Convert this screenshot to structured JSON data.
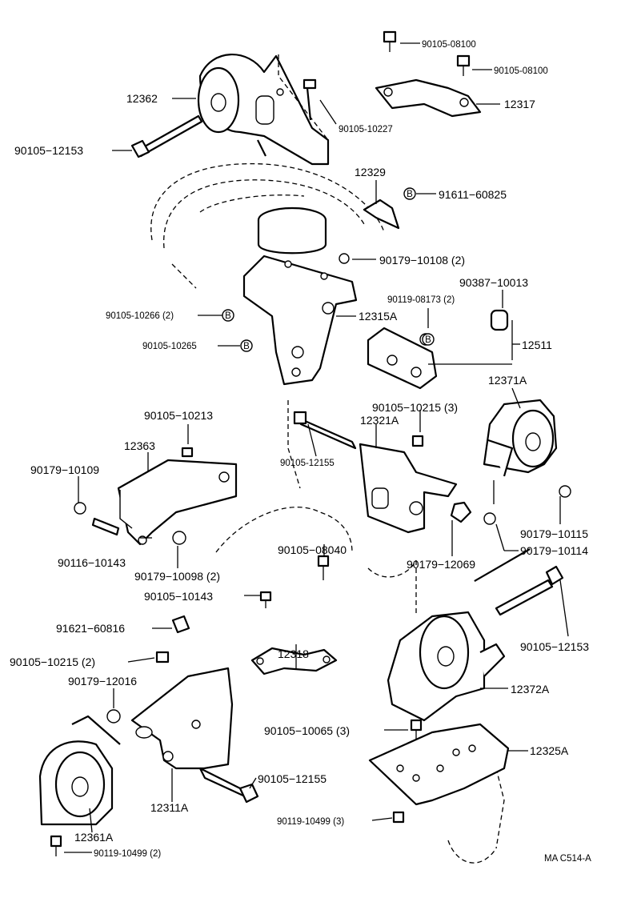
{
  "labels": {
    "p12362": "12362",
    "p90105_12153_top": "90105−12153",
    "p90105_08100_a": "90105-08100",
    "p90105_08100_b": "90105-08100",
    "p12317": "12317",
    "p90105_10227": "90105-10227",
    "p12329": "12329",
    "p91611_60825": "91611−60825",
    "p90179_10108": "90179−10108 (2)",
    "p90387_10013": "90387−10013",
    "p90119_08173": "90119-08173 (2)",
    "p90105_10266": "90105-10266 (2)",
    "p12315A": "12315A",
    "p90105_10265": "90105-10265",
    "p12511": "12511",
    "p12371A": "12371A",
    "p90105_10213": "90105−10213",
    "p90105_10215_3": "90105−10215 (3)",
    "p12321A": "12321A",
    "p12363": "12363",
    "p90179_10109": "90179−10109",
    "p90105_12155_mid": "90105-12155",
    "p90116_10143": "90116−10143",
    "p90179_10098": "90179−10098 (2)",
    "p90105_08040": "90105−08040",
    "p90179_12069": "90179−12069",
    "p90179_10115": "90179−10115",
    "p90179_10114": "90179−10114",
    "p90105_10143": "90105−10143",
    "p91621_60816": "91621−60816",
    "p90105_12153_right": "90105−12153",
    "p12318": "12318",
    "p90105_10215_2": "90105−10215 (2)",
    "p90179_12016": "90179−12016",
    "p12372A": "12372A",
    "p90105_10065": "90105−10065 (3)",
    "p12325A": "12325A",
    "p90105_12155_low": "90105−12155",
    "p12311A": "12311A",
    "p90119_10499_3": "90119-10499 (3)",
    "p12361A": "12361A",
    "p90119_10499_2": "90119-10499 (2)",
    "figure_code": "MA C514-A"
  },
  "marker_letter": "B"
}
